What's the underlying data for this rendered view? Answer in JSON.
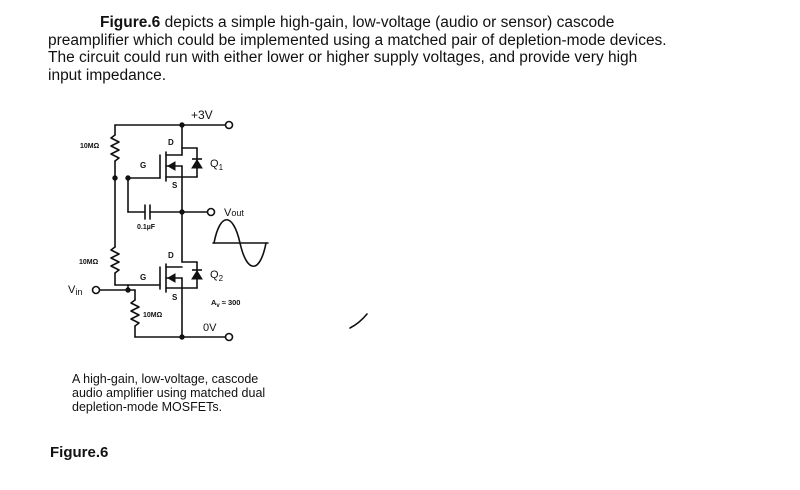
{
  "paragraph": {
    "bold": "Figure.6",
    "line1_rest": " depicts a simple high-gain, low-voltage (audio or sensor) cascode",
    "line2": "preamplifier which could be implemented using a matched pair of depletion-mode devices.",
    "line3": "The circuit could run with either lower or higher supply voltages, and provide very high",
    "line4": "input impedance."
  },
  "circuit": {
    "supply": "+3V",
    "ground": "0V",
    "vout_main": "V",
    "vout_sub": "out",
    "vin_main": "V",
    "vin_sub": "in",
    "q1_main": "Q",
    "q1_sub": "1",
    "q2_main": "Q",
    "q2_sub": "2",
    "r1": "10MΩ",
    "r2": "10MΩ",
    "r3": "10MΩ",
    "cap": "0.1µF",
    "gain_a": "A",
    "gain_sub": "v",
    "gain_val": "≈ 300",
    "q1_d": "D",
    "q1_g": "G",
    "q1_s": "S",
    "q2_d": "D",
    "q2_g": "G",
    "q2_s": "S"
  },
  "caption": {
    "line1": "A high-gain, low-voltage, cascode",
    "line2": "audio amplifier using matched dual",
    "line3": "depletion-mode MOSFETs."
  },
  "figure_label": "Figure.6"
}
